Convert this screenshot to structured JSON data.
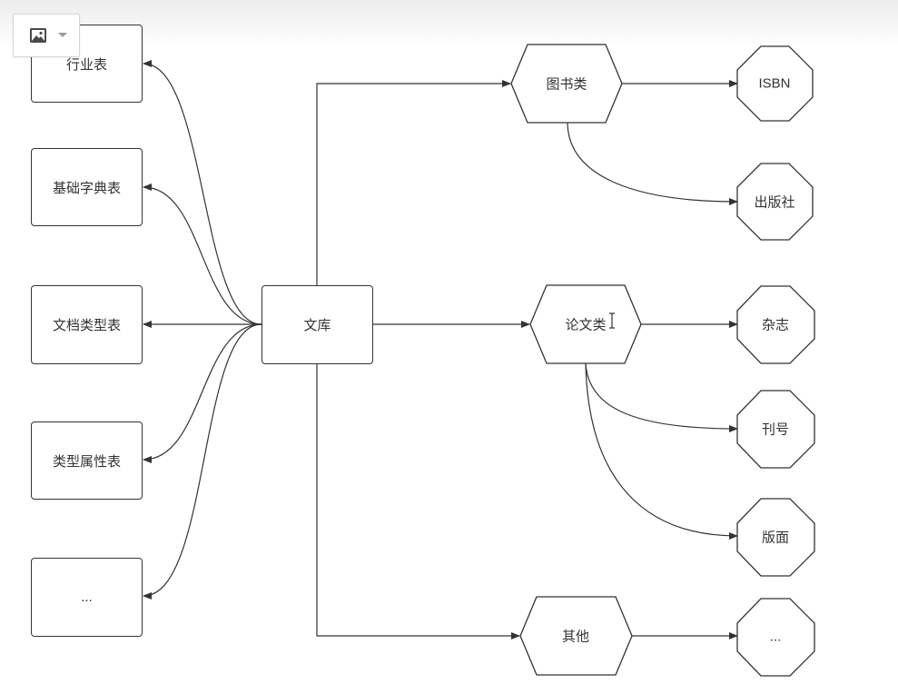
{
  "toolbar": {
    "image_button_icon": "image-icon",
    "dropdown_icon": "caret-down-icon"
  },
  "nodes": {
    "center": "文库",
    "left": [
      "行业表",
      "基础字典表",
      "文档类型表",
      "类型属性表",
      "..."
    ],
    "categories": [
      "图书类",
      "论文类",
      "其他"
    ],
    "book_attrs": [
      "ISBN",
      "出版社"
    ],
    "paper_attrs": [
      "杂志",
      "刊号",
      "版面"
    ],
    "other_attrs": [
      "..."
    ]
  },
  "colors": {
    "stroke": "#333333",
    "fill": "#ffffff",
    "text": "#333333"
  }
}
